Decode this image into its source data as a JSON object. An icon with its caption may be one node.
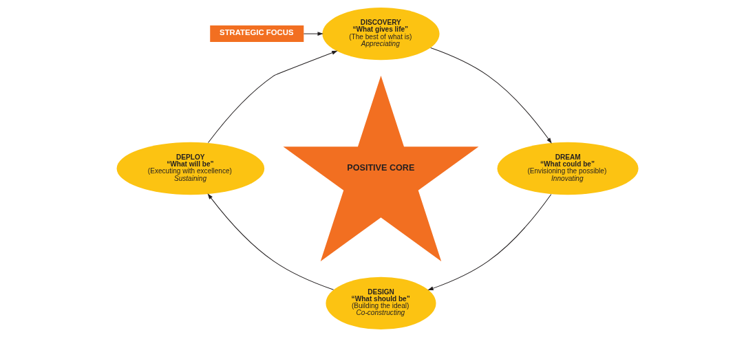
{
  "diagram": {
    "nodes": [
      {
        "text": [
          "STRATEGIC FOCUS"
        ]
      },
      {
        "text": [
          "DISCOVERY",
          "“What gives life”",
          "(The best of what is)",
          "Appreciating"
        ]
      },
      {
        "text": [
          "DREAM",
          "“What could be”",
          "(Envisioning the possible)",
          "Innovating"
        ]
      },
      {
        "text": [
          "DESIGN",
          "“What should be”",
          "(Building the ideal)",
          "Co-constructing"
        ]
      },
      {
        "text": [
          "DEPLOY",
          "“What will be”",
          "(Executing with excellence)",
          "Sustaining"
        ]
      },
      {
        "text": [
          "POSITIVE CORE"
        ]
      }
    ],
    "edges": [
      {
        "from": 0,
        "to": 1,
        "arrow": "to"
      },
      {
        "from": 1,
        "to": 2,
        "arrow": "to"
      },
      {
        "from": 2,
        "to": 3,
        "arrow": "to"
      },
      {
        "from": 3,
        "to": 4,
        "arrow": "to"
      },
      {
        "from": 4,
        "to": 1,
        "arrow": "to"
      }
    ]
  }
}
